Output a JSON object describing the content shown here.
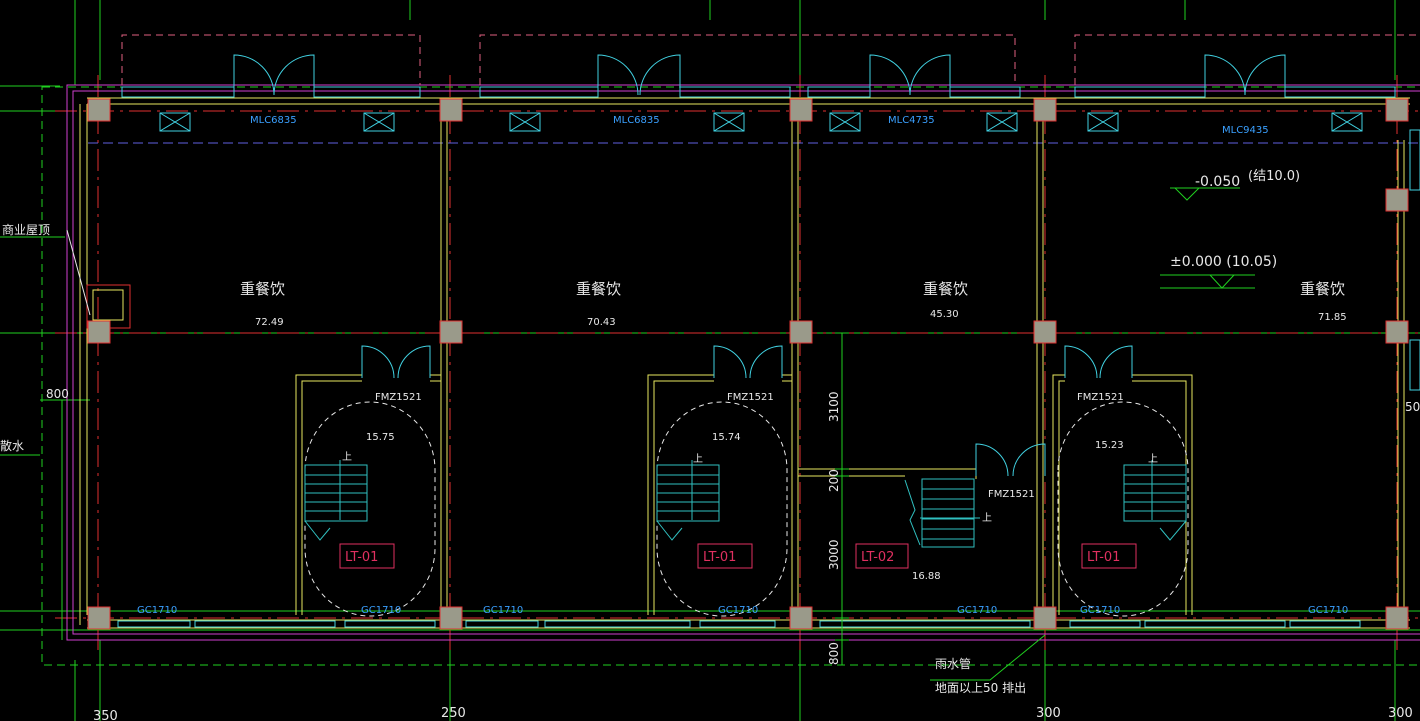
{
  "drawing": {
    "labels": {
      "window_tags": [
        "MLC6835",
        "MLC6835",
        "MLC4735",
        "MLC9435"
      ],
      "room_names": [
        "重餐饮",
        "重餐饮",
        "重餐饮",
        "重餐饮"
      ],
      "room_areas": [
        "72.49",
        "70.43",
        "45.30",
        "71.85"
      ],
      "door_tags": [
        "FMZ1521",
        "FMZ1521",
        "FMZ1521",
        "FMZ1521"
      ],
      "stair_areas": [
        "15.75",
        "15.74",
        "15.23",
        "16.88"
      ],
      "stair_tags": [
        "LT-01",
        "LT-01",
        "LT-02",
        "LT-01"
      ],
      "bottom_window_tags": [
        "GC1710",
        "GC1710",
        "GC1710",
        "GC1710",
        "GC1710",
        "GC1710",
        "GC1710"
      ],
      "stair_up": [
        "上",
        "上",
        "上",
        "上"
      ],
      "elev_1": "-0.050",
      "elev_1_note": "(结10.0)",
      "elev_2": "±0.000 (10.05)",
      "roof_label": "商业屋顶",
      "left_dim": "800",
      "left_note": "散水",
      "dims_vertical": [
        "3100",
        "200",
        "3000",
        "800"
      ],
      "bottom_axis": [
        "350",
        "250",
        "300",
        "300"
      ],
      "right_dim": "50",
      "rain_pipe": "雨水管",
      "rain_pipe_note": "地面以上50 排出"
    },
    "colors": {
      "background": "#000000",
      "axis_red": "#e03030",
      "wall_yellow": "#e8e860",
      "magenta": "#d040d0",
      "cyan": "#40d0e0",
      "blue_text": "#3aa0ff",
      "green": "#20d020",
      "dash_pink": "#e06080",
      "white_text": "#e8e8e8",
      "column_fill": "#9a9a8a",
      "tag_red": "#e03060",
      "stair_cyan": "#30c0c0"
    }
  }
}
